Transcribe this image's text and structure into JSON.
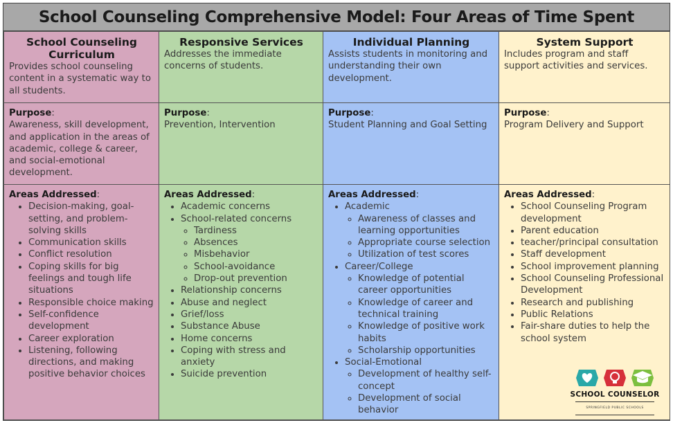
{
  "title": "School Counseling Comprehensive Model: Four Areas of Time Spent",
  "columns": [
    {
      "heading": "School Counseling Curriculum",
      "description": "Provides school counseling content in a systematic way to all students.",
      "purpose_label": "Purpose",
      "purpose_text": "Awareness, skill development, and application in the areas of academic, college & career, and social-emotional development.",
      "areas_label": "Areas Addressed",
      "areas": [
        "Decision-making, goal-setting, and problem-solving skills",
        "Communication skills",
        "Conflict resolution",
        "Coping skills for big feelings and tough life situations",
        "Responsible choice making",
        "Self-confidence development",
        "Career exploration",
        "Listening, following directions, and making positive behavior choices"
      ]
    },
    {
      "heading": "Responsive Services",
      "description": "Addresses the immediate concerns of students.",
      "purpose_label": "Purpose",
      "purpose_text": "Prevention, Intervention",
      "areas_label": "Areas Addressed",
      "areas_academic": "Academic concerns",
      "areas_school": "School-related concerns",
      "areas_school_sub": [
        "Tardiness",
        "Absences",
        "Misbehavior",
        "School-avoidance",
        "Drop-out prevention"
      ],
      "areas_rest": [
        "Relationship concerns",
        "Abuse and neglect",
        "Grief/loss",
        "Substance Abuse",
        "Home concerns",
        "Coping with stress and anxiety",
        "Suicide prevention"
      ]
    },
    {
      "heading": "Individual Planning",
      "description": "Assists students in monitoring and understanding their own development.",
      "purpose_label": "Purpose",
      "purpose_text": "Student Planning and Goal Setting",
      "areas_label": "Areas Addressed",
      "academic": "Academic",
      "academic_sub": [
        "Awareness of classes and learning opportunities",
        "Appropriate course selection",
        "Utilization of test scores"
      ],
      "career": "Career/College",
      "career_sub": [
        "Knowledge of potential career opportunities",
        "Knowledge of career and technical training",
        "Knowledge of positive work habits",
        "Scholarship opportunities"
      ],
      "social": "Social-Emotional",
      "social_sub": [
        "Development of healthy self-concept",
        "Development of social behavior"
      ]
    },
    {
      "heading": "System Support",
      "description": "Includes program and staff support activities and services.",
      "purpose_label": "Purpose",
      "purpose_text": "Program Delivery and Support",
      "areas_label": "Areas Addressed",
      "areas": [
        "School Counseling Program development",
        "Parent education",
        "teacher/principal consultation",
        "Staff development",
        "School improvement planning",
        "School Counseling Professional Development",
        "Research and publishing",
        "Public Relations",
        "Fair-share duties to help the school system"
      ]
    }
  ],
  "logo": {
    "text": "SCHOOL COUNSELOR",
    "subtext": "SPRINGFIELD PUBLIC SCHOOLS",
    "colors": {
      "teal": "#2aa8a8",
      "red": "#d6303a",
      "green": "#7cbf3f"
    }
  }
}
